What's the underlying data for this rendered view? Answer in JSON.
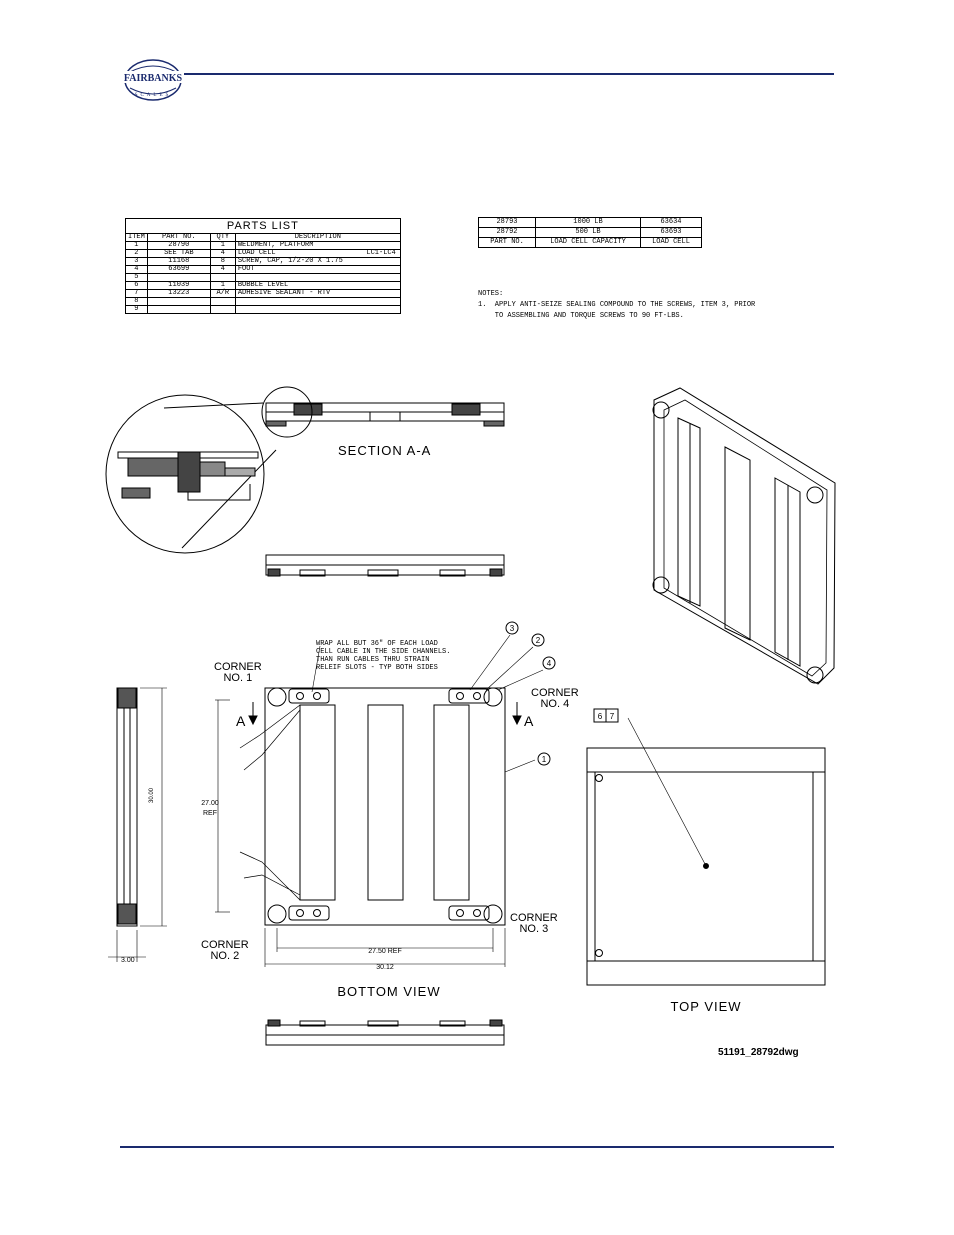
{
  "header": {
    "logo_text": "FAIRBANKS",
    "logo_subtext": "SCALES"
  },
  "parts_list": {
    "title": "PARTS LIST",
    "columns": [
      "ITEM",
      "PART NO.",
      "QTY",
      "DESCRIPTION"
    ],
    "rows": [
      {
        "item": "1",
        "part": "28790",
        "qty": "1",
        "desc": "WELDMENT, PLATFORM",
        "extra": ""
      },
      {
        "item": "2",
        "part": "SEE TAB",
        "qty": "4",
        "desc": "LOAD CELL",
        "extra": "LC1-LC4"
      },
      {
        "item": "3",
        "part": "11168",
        "qty": "8",
        "desc": "SCREW, CAP, 1/2-20 X 1.75",
        "extra": ""
      },
      {
        "item": "4",
        "part": "63699",
        "qty": "4",
        "desc": "FOOT",
        "extra": ""
      },
      {
        "item": "5",
        "part": "",
        "qty": "",
        "desc": "",
        "extra": ""
      },
      {
        "item": "6",
        "part": "11039",
        "qty": "1",
        "desc": "BUBBLE LEVEL",
        "extra": ""
      },
      {
        "item": "7",
        "part": "13223",
        "qty": "A/R",
        "desc": "ADHESIVE SEALANT - RTV",
        "extra": ""
      },
      {
        "item": "8",
        "part": "",
        "qty": "",
        "desc": "",
        "extra": ""
      },
      {
        "item": "9",
        "part": "",
        "qty": "",
        "desc": "",
        "extra": ""
      }
    ]
  },
  "capacity_table": {
    "rows": [
      {
        "part": "28793",
        "cap": "1000 LB",
        "cell": "63634"
      },
      {
        "part": "28792",
        "cap": "500 LB",
        "cell": "63693"
      },
      {
        "part": "PART NO.",
        "cap": "LOAD CELL CAPACITY",
        "cell": "LOAD CELL"
      }
    ]
  },
  "notes": {
    "heading": "NOTES:",
    "line1": "1.  APPLY ANTI-SEIZE SEALING COMPOUND TO THE SCREWS, ITEM 3, PRIOR",
    "line2": "    TO ASSEMBLING AND TORQUE SCREWS TO 90 FT-LBS."
  },
  "labels": {
    "section": "SECTION  A-A",
    "bottom_view": "BOTTOM  VIEW",
    "top_view": "TOP  VIEW",
    "corner1": "CORNER\nNO. 1",
    "corner2": "CORNER\nNO. 2",
    "corner3": "CORNER\nNO. 3",
    "corner4": "CORNER\nNO. 4",
    "wrap_note": "WRAP ALL BUT 36\" OF EACH LOAD\nCELL CABLE IN THE SIDE CHANNELS.\nTHAN RUN CABLES THRU STRAIN\nRELEIF SLOTS - TYP BOTH SIDES",
    "dim_30_00": "30.00",
    "dim_27_00": "27.00",
    "dim_ref": "REF",
    "dim_3_00": "3.00",
    "dim_27_50": "27.50  REF",
    "dim_30_12": "30.12",
    "section_a": "A",
    "balloon_1": "1",
    "balloon_2": "2",
    "balloon_3": "3",
    "balloon_4": "4",
    "balloon_6": "6",
    "balloon_7": "7"
  },
  "drawing_number": "51191_28792dwg"
}
